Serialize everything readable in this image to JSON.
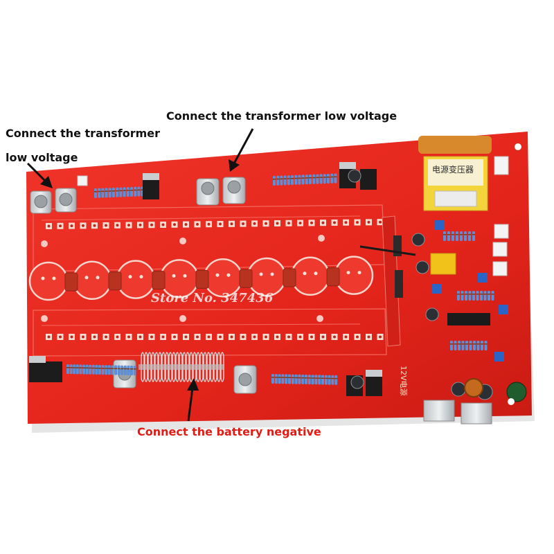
{
  "annotations": {
    "top": "Connect the transformer low voltage",
    "left_line1": "Connect the transformer",
    "left_line2": "low voltage",
    "bottom": "Connect the battery negative"
  },
  "watermark": "Store No. 347436",
  "transformer_label": "电源变压器",
  "board_label": "12V电源",
  "colors": {
    "pcb": "#e8271e",
    "pcb_dark": "#c81c14",
    "annotation_text": "#111111",
    "annotation_red": "#e21b14",
    "capacitor": "#b8331f",
    "transformer": "#f3d43a"
  }
}
